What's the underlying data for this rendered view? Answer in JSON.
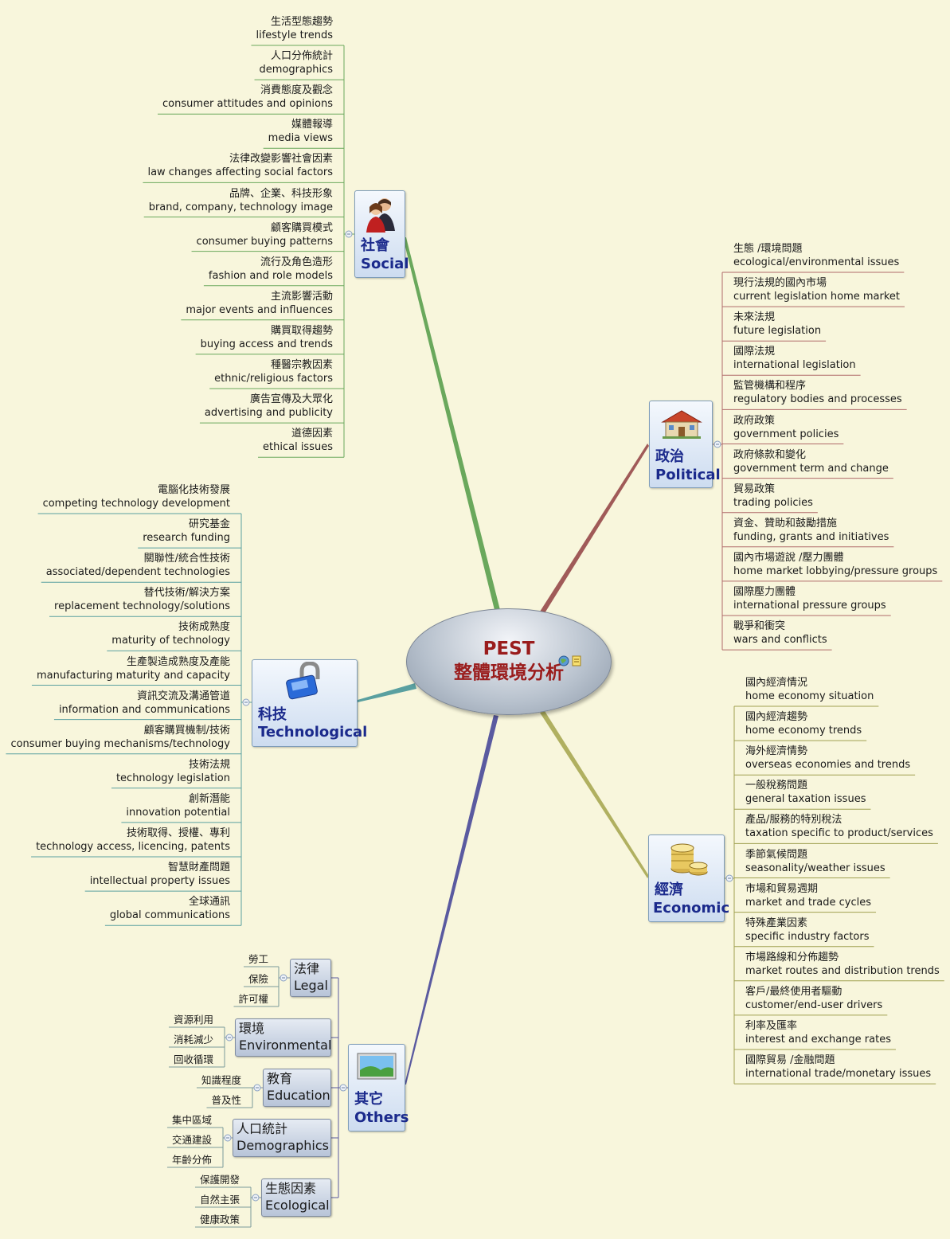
{
  "central": {
    "title": "PEST",
    "subtitle": "整體環境分析",
    "icon_names": [
      "globe-icon",
      "note-icon"
    ]
  },
  "colors": {
    "background": "#f8f6dc",
    "social_line": "#6aa85c",
    "political_line": "#a05a58",
    "technological_line": "#5aa0a0",
    "economic_line": "#b0b060",
    "others_line": "#5a5aa0",
    "topic_text": "#1b2a8c",
    "central_text": "#9a1c1c"
  },
  "social": {
    "label_zh": "社會",
    "label_en": "Social",
    "icon": "people-icon",
    "items": [
      {
        "zh": "生活型態趨勢",
        "en": "lifestyle trends"
      },
      {
        "zh": "人口分佈統計",
        "en": "demographics"
      },
      {
        "zh": "消費態度及觀念",
        "en": "consumer attitudes and opinions"
      },
      {
        "zh": "媒體報導",
        "en": "media views"
      },
      {
        "zh": "法律改變影響社會因素",
        "en": "law changes affecting social factors"
      },
      {
        "zh": "品牌、企業、科技形象",
        "en": "brand, company, technology image"
      },
      {
        "zh": "顧客購買模式",
        "en": "consumer buying patterns"
      },
      {
        "zh": "流行及角色造形",
        "en": "fashion and role models"
      },
      {
        "zh": "主流影響活動",
        "en": "major events and influences"
      },
      {
        "zh": "購買取得趨勢",
        "en": "buying access and trends"
      },
      {
        "zh": "種醫宗教因素",
        "en": "ethnic/religious factors"
      },
      {
        "zh": "廣告宣傳及大眾化",
        "en": "advertising and publicity"
      },
      {
        "zh": "道德因素",
        "en": "ethical issues"
      }
    ]
  },
  "political": {
    "label_zh": "政治",
    "label_en": "Political",
    "icon": "house-icon",
    "items": [
      {
        "zh": "生態 /環境問題",
        "en": "ecological/environmental issues"
      },
      {
        "zh": "現行法規的國內市場",
        "en": "current legislation home market"
      },
      {
        "zh": "未來法規",
        "en": "future legislation"
      },
      {
        "zh": "國際法規",
        "en": "international legislation"
      },
      {
        "zh": "監管機構和程序",
        "en": "regulatory bodies and processes"
      },
      {
        "zh": "政府政策",
        "en": "government policies"
      },
      {
        "zh": "政府條款和變化",
        "en": "government term and change"
      },
      {
        "zh": "貿易政策",
        "en": "trading policies"
      },
      {
        "zh": "資金、贊助和鼓勵措施",
        "en": "funding, grants and initiatives"
      },
      {
        "zh": "國內市場遊說 /壓力團體",
        "en": "home market lobbying/pressure groups"
      },
      {
        "zh": "國際壓力團體",
        "en": "international pressure groups"
      },
      {
        "zh": "戰爭和衝突",
        "en": "wars and conflicts"
      }
    ]
  },
  "technological": {
    "label_zh": "科技",
    "label_en": "Technological",
    "icon": "padlock-icon",
    "items": [
      {
        "zh": "電腦化技術發展",
        "en": "competing technology development"
      },
      {
        "zh": "研究基金",
        "en": "research funding"
      },
      {
        "zh": "關聯性/統合性技術",
        "en": "associated/dependent technologies"
      },
      {
        "zh": "替代技術/解決方案",
        "en": "replacement technology/solutions"
      },
      {
        "zh": "技術成熟度",
        "en": "maturity of technology"
      },
      {
        "zh": "生產製造成熟度及產能",
        "en": "manufacturing maturity and capacity"
      },
      {
        "zh": "資訊交流及溝通管道",
        "en": "information and communications"
      },
      {
        "zh": "顧客購買機制/技術",
        "en": "consumer buying mechanisms/technology"
      },
      {
        "zh": "技術法規",
        "en": "technology legislation"
      },
      {
        "zh": "創新潛能",
        "en": "innovation potential"
      },
      {
        "zh": "技術取得、授權、專利",
        "en": "technology access, licencing, patents"
      },
      {
        "zh": "智慧財產問題",
        "en": "intellectual property issues"
      },
      {
        "zh": "全球通訊",
        "en": "global communications"
      }
    ]
  },
  "economic": {
    "label_zh": "經濟",
    "label_en": "Economic",
    "icon": "coins-icon",
    "items": [
      {
        "zh": "國內經濟情況",
        "en": "home economy situation"
      },
      {
        "zh": "國內經濟趨勢",
        "en": "home economy trends"
      },
      {
        "zh": "海外經濟情勢",
        "en": "overseas economies and trends"
      },
      {
        "zh": "一般稅務問題",
        "en": "general taxation issues"
      },
      {
        "zh": "產品/服務的特別稅法",
        "en": "taxation specific to product/services"
      },
      {
        "zh": "季節氣候問題",
        "en": "seasonality/weather issues"
      },
      {
        "zh": "市場和貿易週期",
        "en": "market and trade cycles"
      },
      {
        "zh": "特殊產業因素",
        "en": "specific industry factors"
      },
      {
        "zh": "市場路線和分佈趨勢",
        "en": "market routes and distribution trends"
      },
      {
        "zh": "客戶/最終使用者驅動",
        "en": "customer/end-user drivers"
      },
      {
        "zh": "利率及匯率",
        "en": "interest and exchange rates"
      },
      {
        "zh": "國際貿易 /金融問題",
        "en": "international trade/monetary issues"
      }
    ]
  },
  "others": {
    "label_zh": "其它",
    "label_en": "Others",
    "icon": "picture-icon",
    "subs": [
      {
        "zh": "法律",
        "en": "Legal",
        "items": [
          "勞工",
          "保險",
          "許可權"
        ]
      },
      {
        "zh": "環境",
        "en": "Environmental",
        "items": [
          "資源利用",
          "消耗減少",
          "回收循環"
        ]
      },
      {
        "zh": "教育",
        "en": "Education",
        "items": [
          "知識程度",
          "普及性"
        ]
      },
      {
        "zh": "人口統計",
        "en": "Demographics",
        "items": [
          "集中區域",
          "交通建設",
          "年齡分佈"
        ]
      },
      {
        "zh": "生態因素",
        "en": "Ecological",
        "items": [
          "保護開發",
          "自然主張",
          "健康政策"
        ]
      }
    ]
  }
}
